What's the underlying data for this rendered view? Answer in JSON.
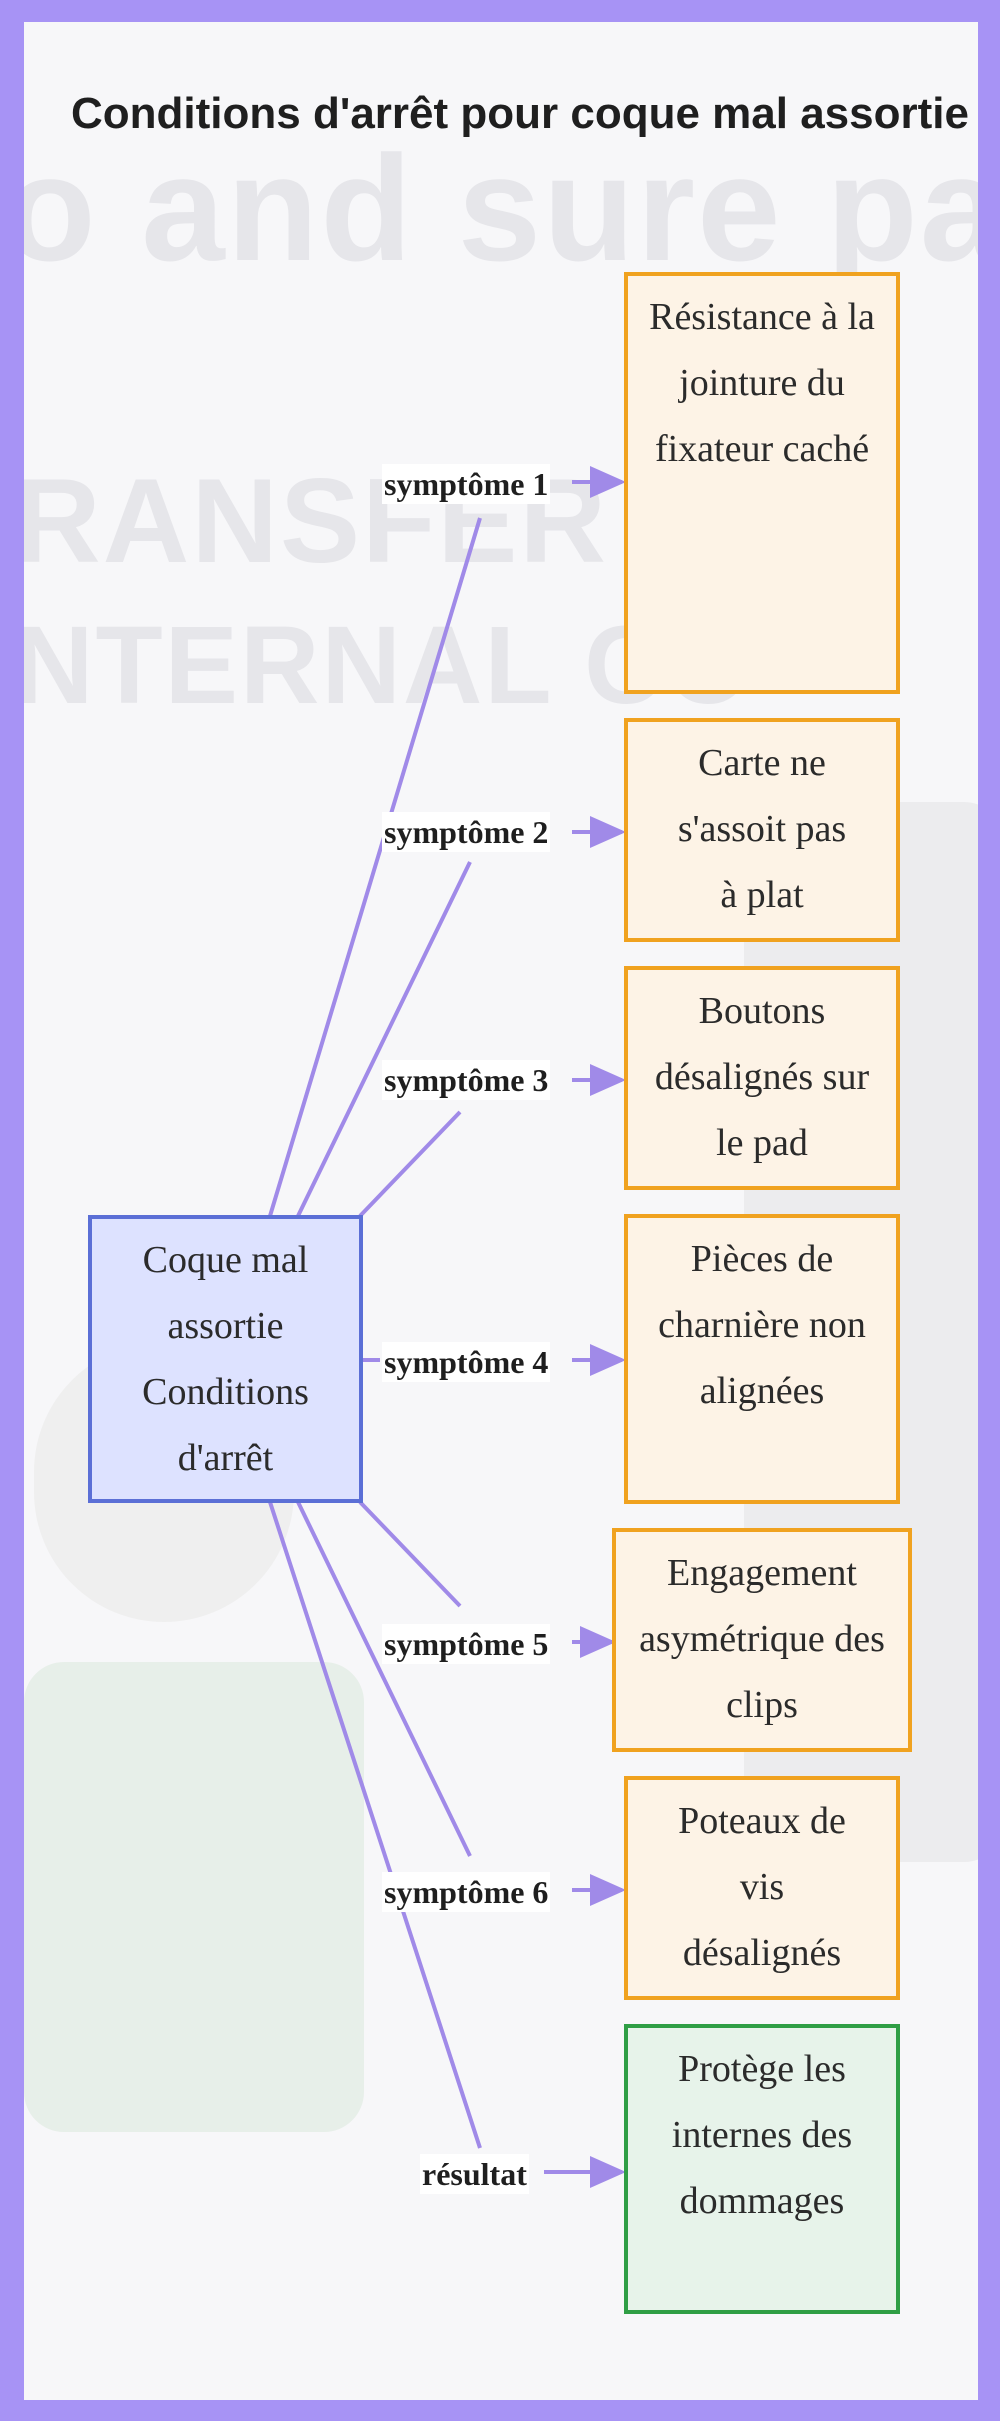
{
  "title": "Conditions d'arrêt pour coque mal assortie",
  "colors": {
    "frame": "#a793f5",
    "edge": "#a08ae8",
    "root_border": "#5b6fd6",
    "root_fill": "#dde2ff",
    "node_border": "#f0a21f",
    "node_fill": "#fdf3e6",
    "result_border": "#2f9e45",
    "result_fill": "#e7f3ea"
  },
  "root": {
    "label": "Coque mal assortie Conditions d'arrêt"
  },
  "branches": [
    {
      "edge_label": "symptôme 1",
      "node_label": "Résistance à la jointure du fixateur caché"
    },
    {
      "edge_label": "symptôme 2",
      "node_label": "Carte ne s'assoit pas à plat"
    },
    {
      "edge_label": "symptôme 3",
      "node_label": "Boutons désalignés sur le pad"
    },
    {
      "edge_label": "symptôme 4",
      "node_label": "Pièces de charnière non alignées"
    },
    {
      "edge_label": "symptôme 5",
      "node_label": "Engagement asymétrique des clips"
    },
    {
      "edge_label": "symptôme 6",
      "node_label": "Poteaux de vis désalignés"
    },
    {
      "edge_label": "résultat",
      "node_label": "Protège les internes des dommages"
    }
  ]
}
